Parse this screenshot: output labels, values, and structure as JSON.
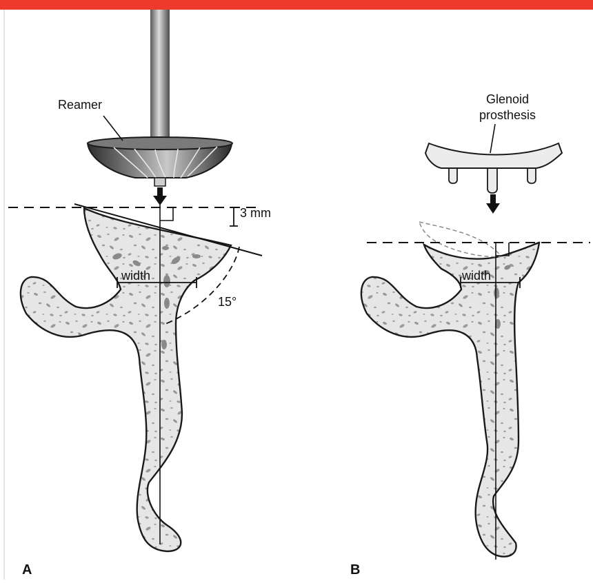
{
  "colors": {
    "header_bar": "#ee3a2b",
    "bone_fill": "#e6e6e6",
    "bone_outline": "#1a1a1a",
    "speckle": "#9a9a9a",
    "metal_dark": "#3a3a3a",
    "prosthesis_fill": "#ececec"
  },
  "panel_a": {
    "letter": "A",
    "reamer_label": "Reamer",
    "depth_label": "3 mm",
    "angle_label": "15°",
    "width_label": "width"
  },
  "panel_b": {
    "letter": "B",
    "prosthesis_label_line1": "Glenoid",
    "prosthesis_label_line2": "prosthesis",
    "width_label": "width"
  }
}
